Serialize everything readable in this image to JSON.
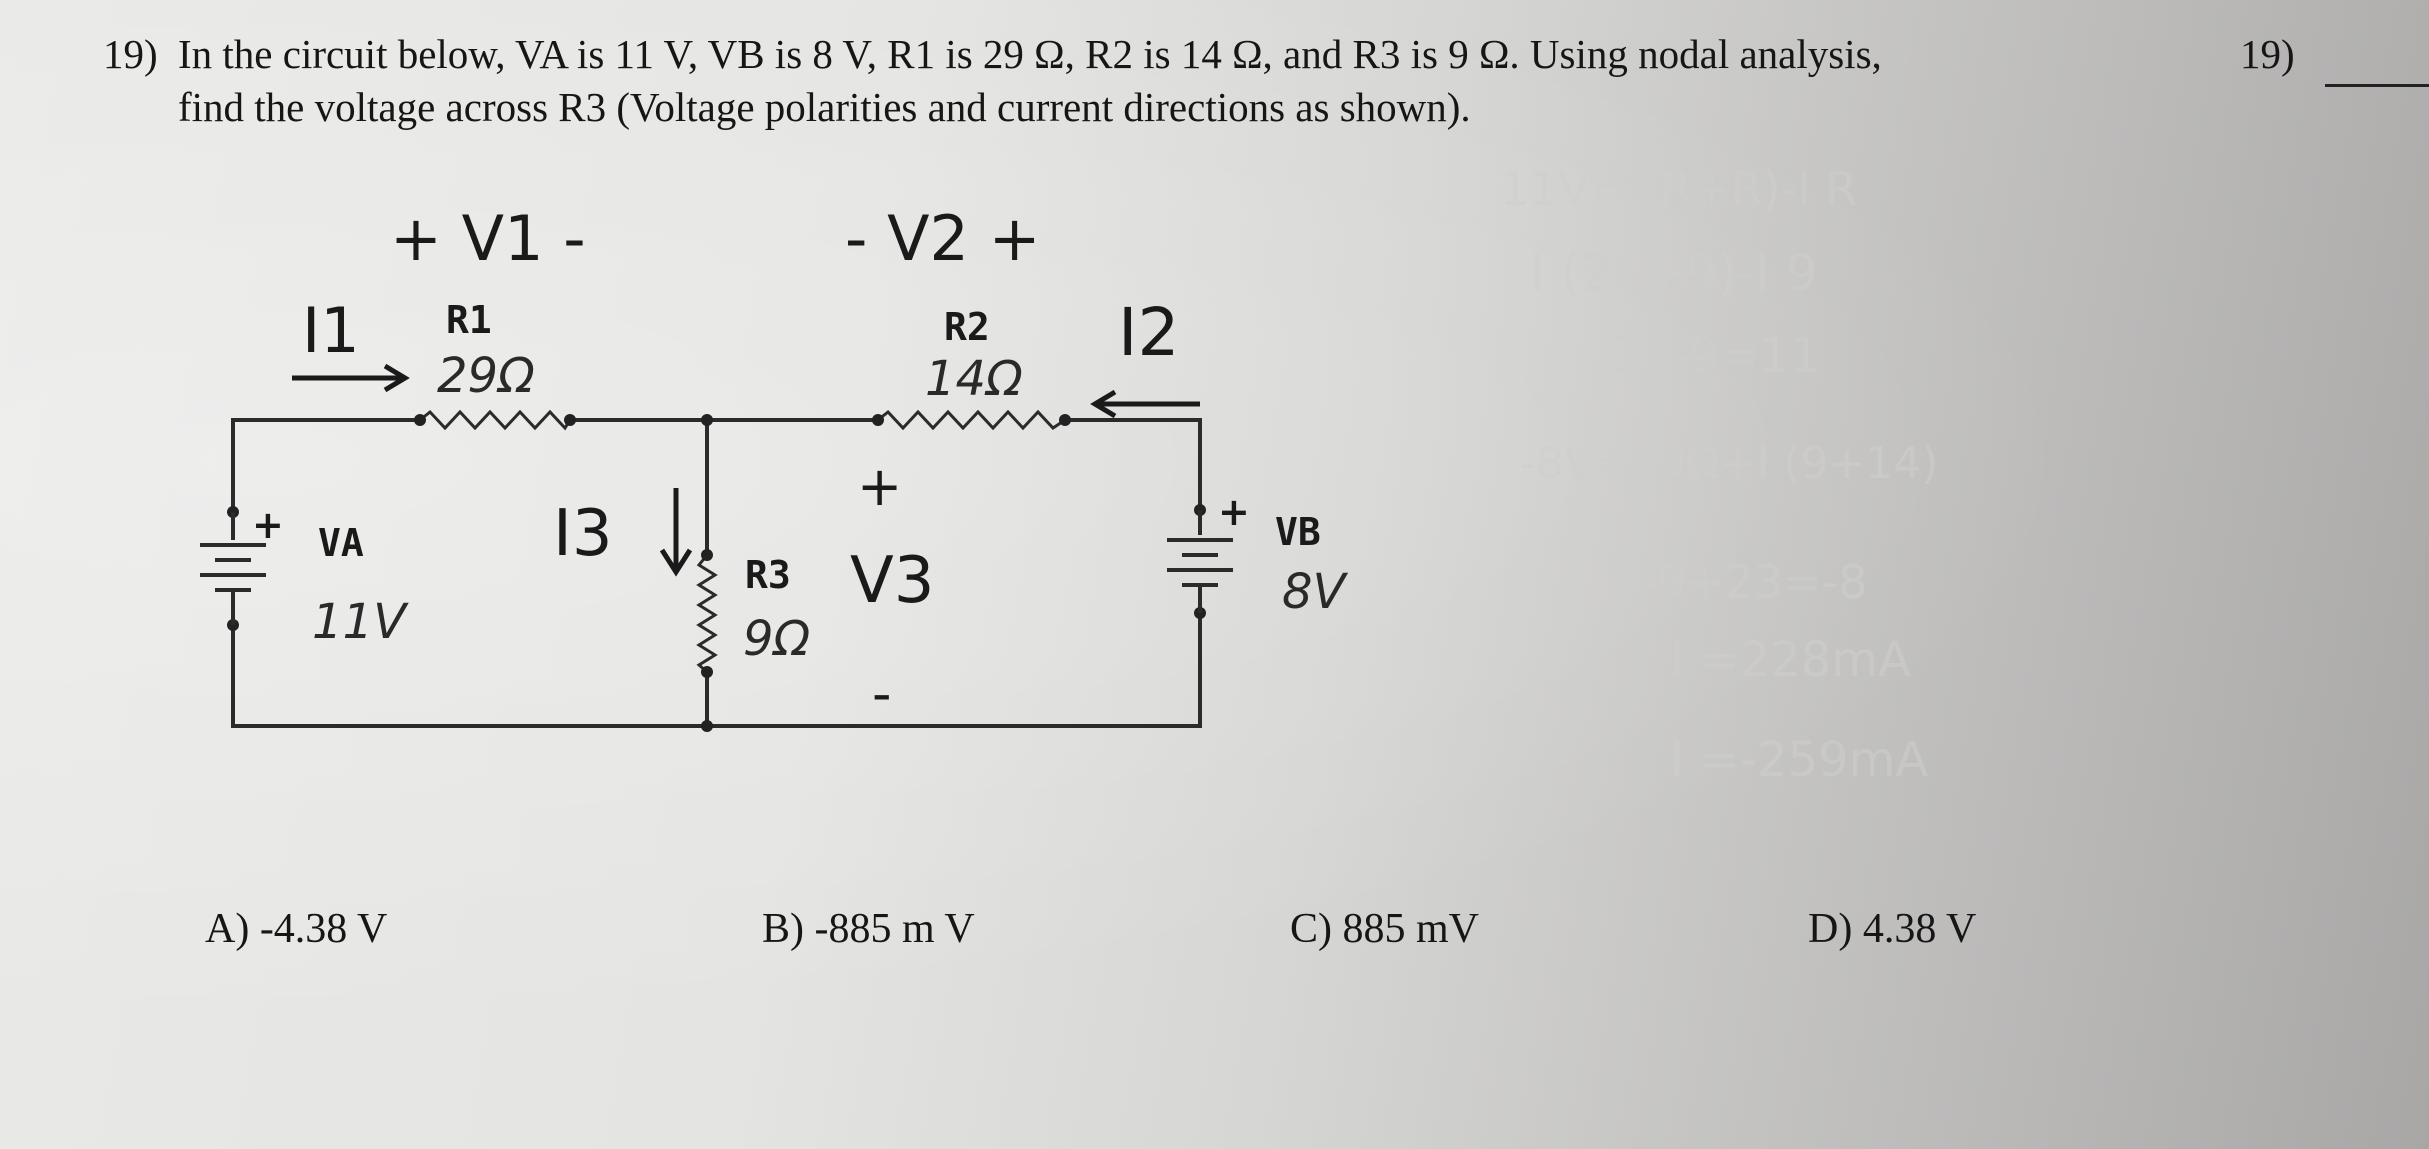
{
  "question": {
    "number": "19)",
    "line1": "In the circuit below, VA is 11 V, VB is 8 V, R1 is 29 Ω, R2 is 14 Ω, and R3 is 9 Ω. Using nodal analysis,",
    "line2": "find the voltage across R3 (Voltage polarities and current directions as shown).",
    "answer_number": "19)"
  },
  "circuit": {
    "v1_label": "+ V1 -",
    "v2_label": "- V2 +",
    "i1_label": "I1",
    "i2_label": "I2",
    "i3_label": "I3",
    "r1_label": "R1",
    "r2_label": "R2",
    "r3_label": "R3",
    "v3_label": "V3",
    "v3_plus": "+",
    "v3_minus": "-",
    "va_label": "VA",
    "vb_label": "VB",
    "va_plus": "+",
    "vb_plus": "+",
    "hand_r1": "29Ω",
    "hand_r2": "14Ω",
    "hand_r3": "9Ω",
    "hand_va": "11V",
    "hand_vb": "8V"
  },
  "choices": [
    {
      "label": "A) -4.38 V"
    },
    {
      "label": "B) -885 m V"
    },
    {
      "label": "C) 885 mV"
    },
    {
      "label": "D) 4.38 V"
    }
  ]
}
